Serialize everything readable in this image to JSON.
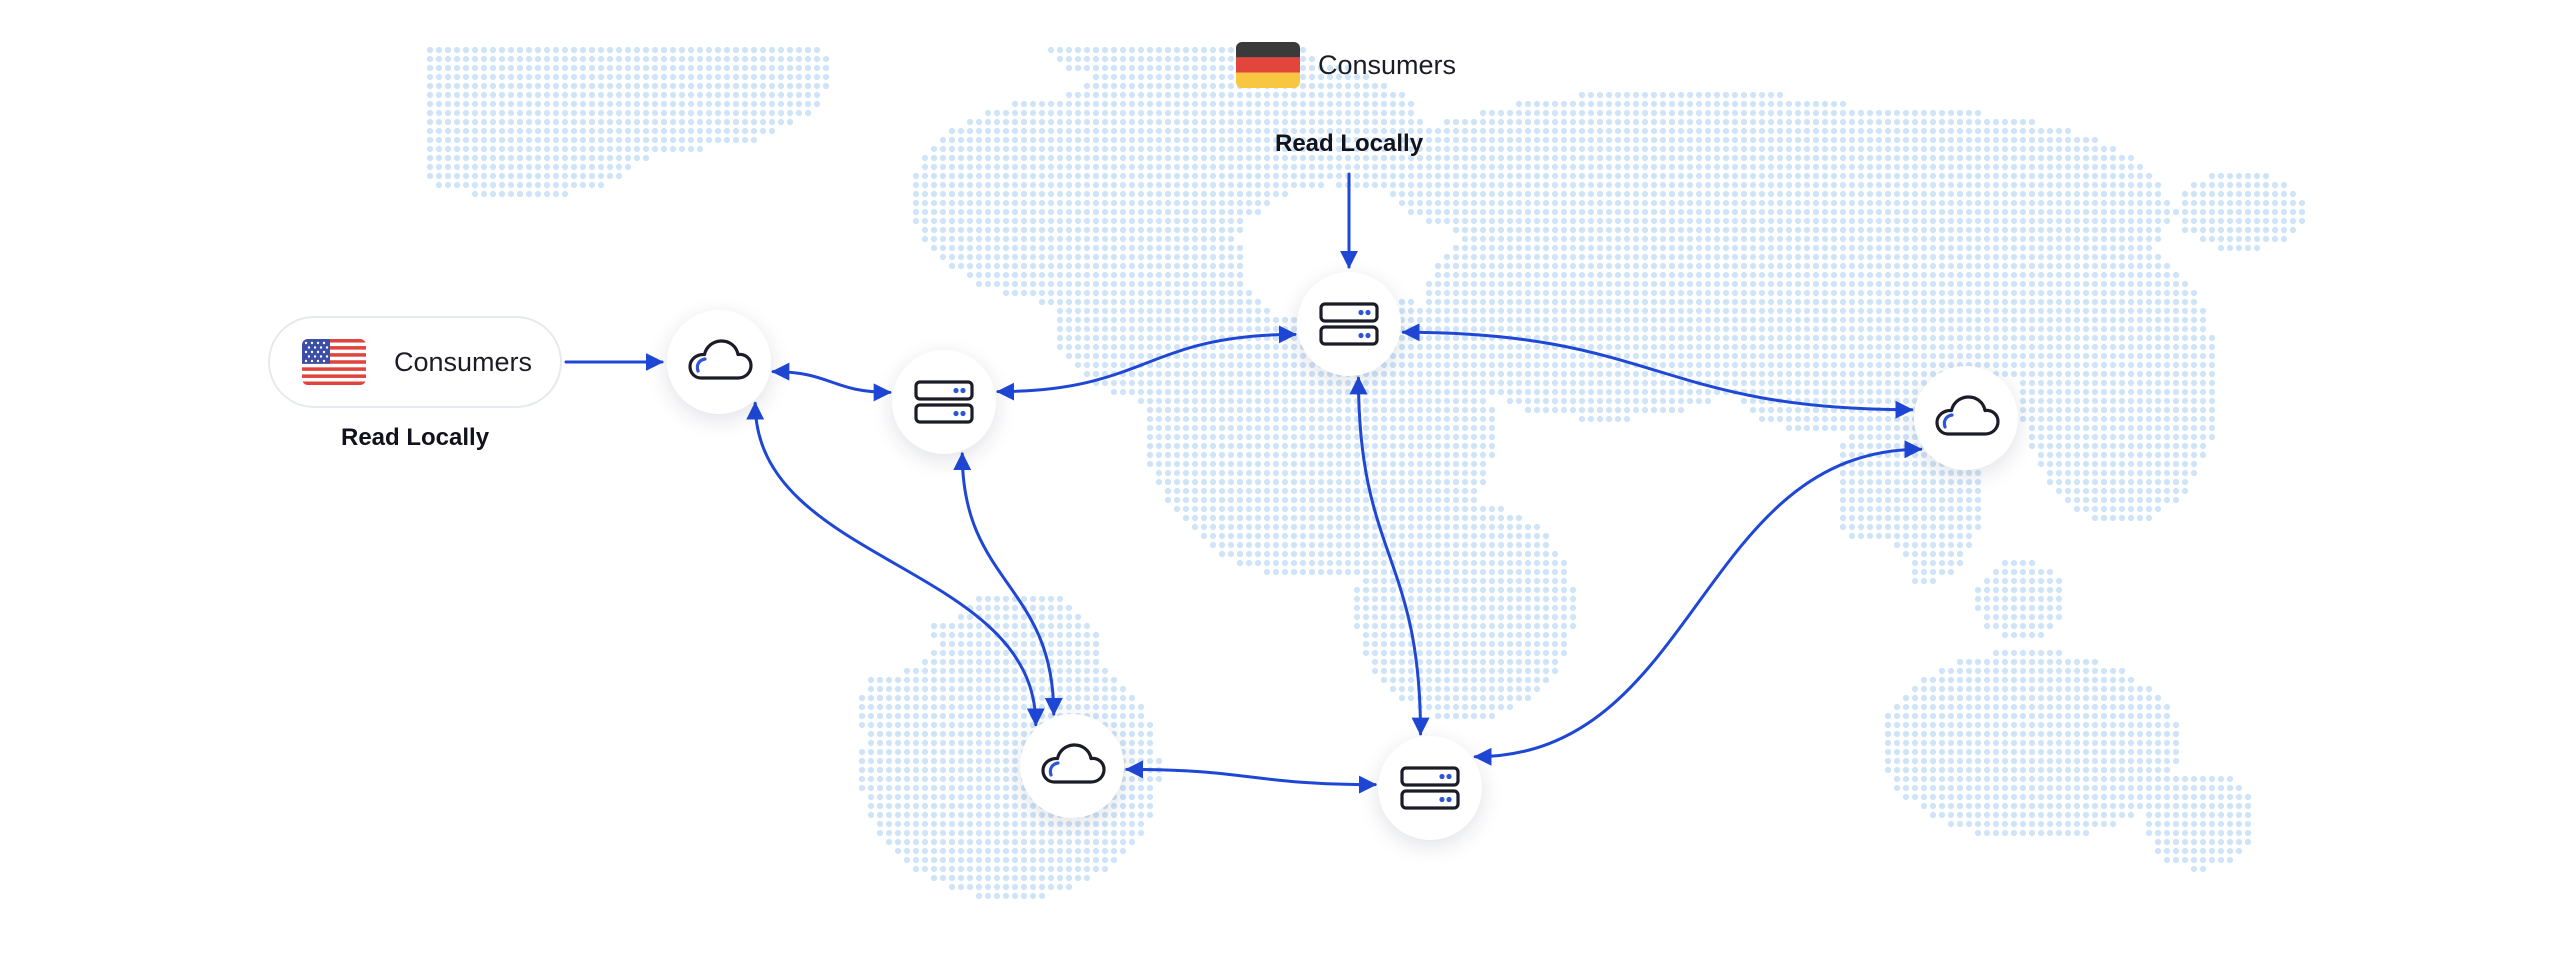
{
  "colors": {
    "map_dot": "#cfe4f8",
    "link": "#1f47d6",
    "icon_stroke": "#1c1c28",
    "icon_accent": "#2f55d4"
  },
  "consumers_us": {
    "label": "Consumers",
    "caption": "Read Locally",
    "flag": "us-flag-icon"
  },
  "consumers_de": {
    "label": "Consumers",
    "caption": "Read Locally",
    "flag": "germany-flag-icon"
  },
  "nodes": [
    {
      "id": "na-cloud",
      "kind": "cloud"
    },
    {
      "id": "na-server",
      "kind": "server"
    },
    {
      "id": "sa-cloud",
      "kind": "cloud"
    },
    {
      "id": "eu-server",
      "kind": "server"
    },
    {
      "id": "af-server",
      "kind": "server"
    },
    {
      "id": "as-cloud",
      "kind": "cloud"
    }
  ],
  "links": [
    {
      "from": "na-cloud",
      "to": "na-server"
    },
    {
      "from": "na-server",
      "to": "eu-server"
    },
    {
      "from": "eu-server",
      "to": "as-cloud"
    },
    {
      "from": "na-cloud",
      "to": "sa-cloud"
    },
    {
      "from": "na-server",
      "to": "sa-cloud"
    },
    {
      "from": "sa-cloud",
      "to": "af-server"
    },
    {
      "from": "eu-server",
      "to": "af-server"
    },
    {
      "from": "as-cloud",
      "to": "af-server"
    }
  ]
}
